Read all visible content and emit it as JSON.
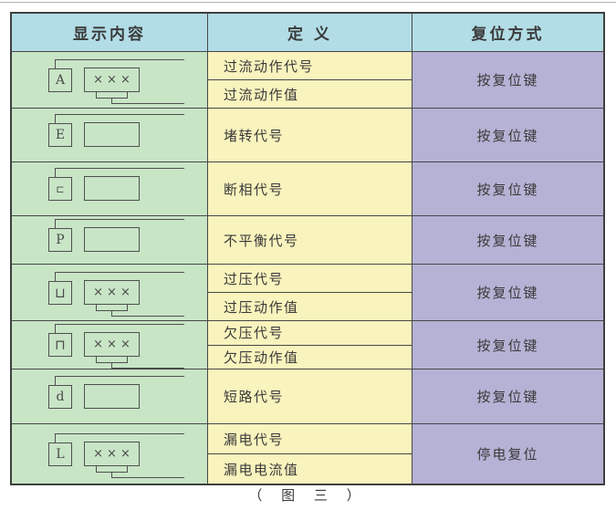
{
  "figure": {
    "caption": "（ 图 三 ）"
  },
  "colors": {
    "header_bg": "#b2dde6",
    "display_col_bg": "#c8e5c6",
    "definition_col_bg": "#f9f3bd",
    "reset_col_bg": "#b6b2d5",
    "grid_border": "#3f3f3f",
    "text": "#3a3a3a"
  },
  "table": {
    "headers": [
      "显示内容",
      "定 义",
      "复位方式"
    ],
    "rows": [
      {
        "code": "A",
        "value": "×××",
        "definitions": [
          "过流动作代号",
          "过流动作值"
        ],
        "reset": "按复位键"
      },
      {
        "code": "E",
        "value": "",
        "definitions": [
          "堵转代号"
        ],
        "reset": "按复位键"
      },
      {
        "code": "⊏",
        "value": "",
        "definitions": [
          "断相代号"
        ],
        "reset": "按复位键"
      },
      {
        "code": "P",
        "value": "",
        "definitions": [
          "不平衡代号"
        ],
        "reset": "按复位键"
      },
      {
        "code": "⊔",
        "value": "×××",
        "definitions": [
          "过压代号",
          "过压动作值"
        ],
        "reset": "按复位键"
      },
      {
        "code": "⊓",
        "value": "×××",
        "definitions": [
          "欠压代号",
          "欠压动作值"
        ],
        "reset": "按复位键"
      },
      {
        "code": "d",
        "value": "",
        "definitions": [
          "短路代号"
        ],
        "reset": "按复位键"
      },
      {
        "code": "L",
        "value": "×××",
        "definitions": [
          "漏电代号",
          "漏电电流值"
        ],
        "reset": "停电复位"
      }
    ]
  }
}
